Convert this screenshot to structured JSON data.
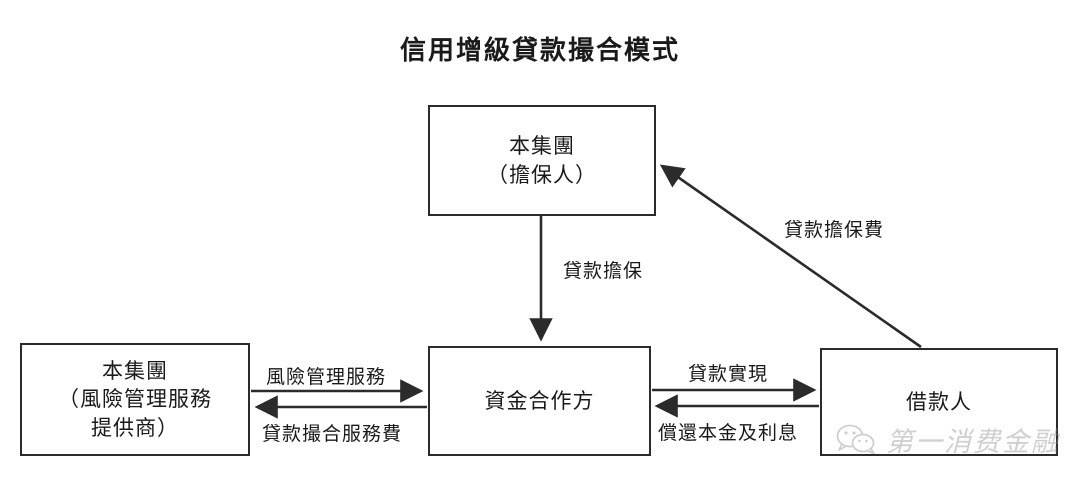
{
  "title": "信用增級貸款撮合模式",
  "nodes": {
    "guarantor": {
      "line1": "本集團",
      "line2": "（擔保人）"
    },
    "risk_provider": {
      "line1": "本集團",
      "line2": "（風險管理服務",
      "line3": "提供商）"
    },
    "funder": {
      "line1": "資金合作方"
    },
    "borrower": {
      "line1": "借款人"
    }
  },
  "edges": {
    "loan_guarantee": "貸款擔保",
    "risk_management_service": "風險管理服務",
    "loan_matching_service_fee": "貸款撮合服務費",
    "loan_realization": "貸款實現",
    "repay_principal_interest": "償還本金及利息",
    "loan_guarantee_fee": "貸款擔保費"
  },
  "watermark": {
    "text": "第一消费金融",
    "icon": "wechat-icon"
  },
  "colors": {
    "stroke": "#2b2b2b",
    "text": "#1a1a1a",
    "background": "#ffffff",
    "watermark": "#8e8e8e"
  }
}
